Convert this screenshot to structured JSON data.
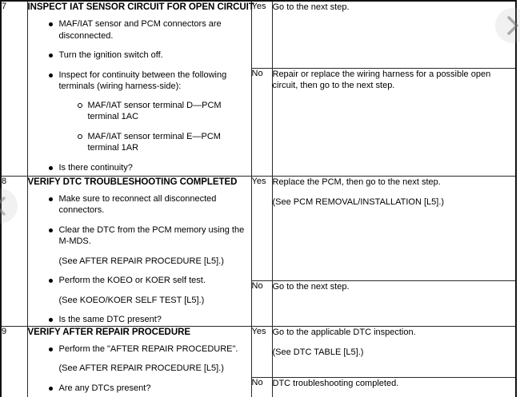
{
  "document": {
    "type": "dtc-troubleshooting-table",
    "judgement_labels": {
      "yes": "Yes",
      "no": "No"
    }
  },
  "rows": [
    {
      "step": "7",
      "title": "INSPECT IAT SENSOR CIRCUIT FOR OPEN CIRCUIT",
      "bullets": [
        {
          "kind": "bullet",
          "text": "MAF/IAT sensor and PCM connectors are disconnected."
        },
        {
          "kind": "bullet",
          "text": "Turn the ignition switch off."
        },
        {
          "kind": "bullet",
          "text": "Inspect for continuity between the following terminals (wiring harness-side):",
          "sub": [
            "MAF/IAT sensor terminal D—PCM terminal 1AC",
            "MAF/IAT sensor terminal E—PCM terminal 1AR"
          ]
        },
        {
          "kind": "bullet",
          "text": "Is there continuity?"
        }
      ],
      "yes": {
        "label": "Yes",
        "lines": [
          "Go to the next step."
        ]
      },
      "no": {
        "label": "No",
        "lines": [
          "Repair or replace the wiring harness for a possible open circuit, then go to the next step."
        ]
      }
    },
    {
      "step": "8",
      "title": "VERIFY DTC TROUBLESHOOTING COMPLETED",
      "bullets": [
        {
          "kind": "bullet",
          "text": "Make sure to reconnect all disconnected connectors."
        },
        {
          "kind": "bullet",
          "text": "Clear the DTC from the PCM memory using the M-MDS."
        },
        {
          "kind": "note",
          "text": "(See AFTER REPAIR PROCEDURE [L5].)"
        },
        {
          "kind": "bullet",
          "text": "Perform the KOEO or KOER self test."
        },
        {
          "kind": "note",
          "text": "(See KOEO/KOER SELF TEST [L5].)"
        },
        {
          "kind": "bullet",
          "text": "Is the same DTC present?"
        }
      ],
      "yes": {
        "label": "Yes",
        "lines": [
          "Replace the PCM, then go to the next step.",
          "(See PCM REMOVAL/INSTALLATION [L5].)"
        ]
      },
      "no": {
        "label": "No",
        "lines": [
          "Go to the next step."
        ]
      }
    },
    {
      "step": "9",
      "title": "VERIFY AFTER REPAIR PROCEDURE",
      "bullets": [
        {
          "kind": "bullet",
          "text": "Perform the \"AFTER REPAIR PROCEDURE\"."
        },
        {
          "kind": "note",
          "text": "(See AFTER REPAIR PROCEDURE [L5].)"
        },
        {
          "kind": "bullet",
          "text": "Are any DTCs present?"
        }
      ],
      "yes": {
        "label": "Yes",
        "lines": [
          "Go to the applicable DTC inspection.",
          "(See DTC TABLE [L5].)"
        ]
      },
      "no": {
        "label": "No",
        "lines": [
          "DTC troubleshooting completed."
        ]
      }
    }
  ],
  "navigation": {
    "previous_label": "Previous page",
    "next_label": "Next page"
  }
}
